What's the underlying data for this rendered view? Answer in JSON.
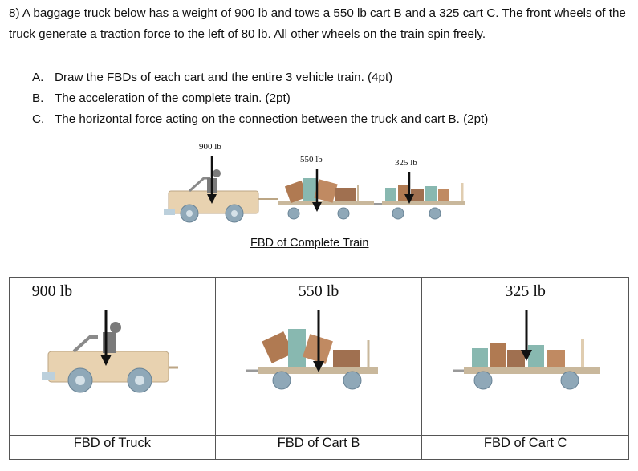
{
  "problem": {
    "intro": "8) A baggage truck below has a weight of 900 lb and tows a 550 lb cart B and a 325 cart C. The front wheels of the truck generate a traction force to the left of 80 lb. All other wheels on the train spin freely.",
    "items": [
      {
        "marker": "A.",
        "text": "Draw the FBDs of each cart and the entire 3 vehicle train. (4pt)"
      },
      {
        "marker": "B.",
        "text": "The acceleration of the complete train. (2pt)"
      },
      {
        "marker": "C.",
        "text": "The horizontal force acting on the connection between the truck and cart B. (2pt)"
      }
    ]
  },
  "train_figure": {
    "truck_weight": "900 lb",
    "cart_b_weight": "550 lb",
    "cart_c_weight": "325 lb",
    "caption": "FBD of Complete Train"
  },
  "fbd_table": {
    "truck": {
      "weight": "900 lb",
      "caption": "FBD of Truck"
    },
    "cart_b": {
      "weight": "550 lb",
      "caption": "FBD of Cart B"
    },
    "cart_c": {
      "weight": "325 lb",
      "caption": "FBD of Cart C"
    }
  },
  "colors": {
    "truck_body": "#e8d2b0",
    "wheel": "#8fa8b8",
    "luggage_brown": "#b07a52",
    "luggage_teal": "#88b8b0",
    "frame": "#c9b89c"
  }
}
